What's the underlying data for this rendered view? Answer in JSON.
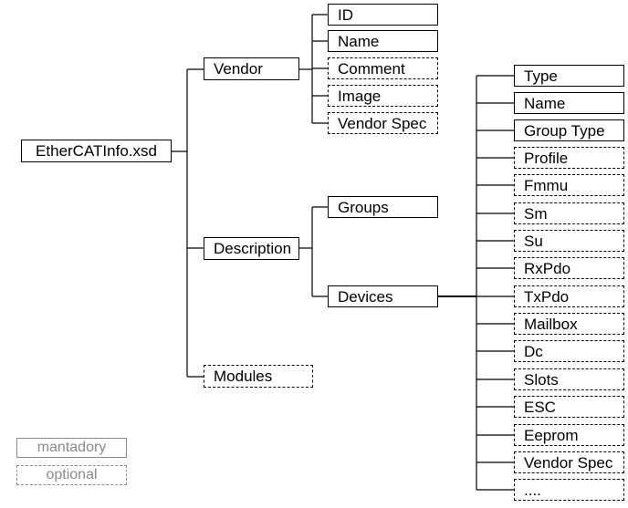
{
  "root": {
    "label": "EtherCATInfo.xsd",
    "type": "mandatory"
  },
  "level1": [
    {
      "label": "Vendor",
      "type": "mandatory"
    },
    {
      "label": "Description",
      "type": "mandatory"
    },
    {
      "label": "Modules",
      "type": "optional"
    }
  ],
  "vendor_children": [
    {
      "label": "ID",
      "type": "mandatory"
    },
    {
      "label": "Name",
      "type": "mandatory"
    },
    {
      "label": "Comment",
      "type": "optional"
    },
    {
      "label": "Image",
      "type": "optional"
    },
    {
      "label": "Vendor Spec",
      "type": "optional"
    }
  ],
  "description_children": [
    {
      "label": "Groups",
      "type": "mandatory"
    },
    {
      "label": "Devices",
      "type": "mandatory"
    }
  ],
  "devices_children": [
    {
      "label": "Type",
      "type": "mandatory"
    },
    {
      "label": "Name",
      "type": "mandatory"
    },
    {
      "label": "Group Type",
      "type": "mandatory"
    },
    {
      "label": "Profile",
      "type": "optional"
    },
    {
      "label": "Fmmu",
      "type": "optional"
    },
    {
      "label": "Sm",
      "type": "optional"
    },
    {
      "label": "Su",
      "type": "optional"
    },
    {
      "label": "RxPdo",
      "type": "optional"
    },
    {
      "label": "TxPdo",
      "type": "optional"
    },
    {
      "label": "Mailbox",
      "type": "optional"
    },
    {
      "label": "Dc",
      "type": "optional"
    },
    {
      "label": "Slots",
      "type": "optional"
    },
    {
      "label": "ESC",
      "type": "optional"
    },
    {
      "label": "Eeprom",
      "type": "optional"
    },
    {
      "label": "Vendor Spec",
      "type": "optional"
    },
    {
      "label": "....",
      "type": "optional"
    }
  ],
  "legend": [
    {
      "label": "mantadory",
      "type": "mandatory"
    },
    {
      "label": "optional",
      "type": "optional"
    }
  ],
  "colors": {
    "line": "#000000",
    "legend": "#8a8a8a"
  }
}
